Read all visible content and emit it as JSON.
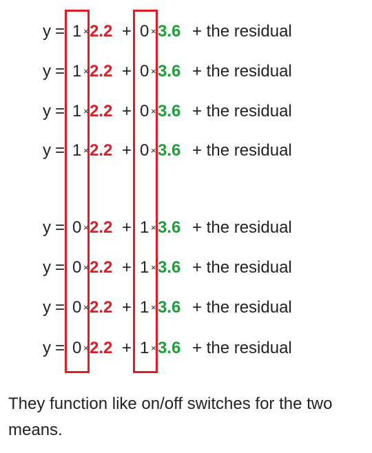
{
  "colors": {
    "text": "#222222",
    "mean1": "#e01b24",
    "mean2": "#1e9e3a",
    "box": "#e01b24"
  },
  "mean1_value": "2.2",
  "mean2_value": "3.6",
  "rows": [
    {
      "y": "y",
      "eq": "=",
      "c1": "1",
      "times1": "×",
      "m1": "2.2",
      "plus": "+",
      "c2": "0",
      "times2": "×",
      "m2": "3.6",
      "tail": "+ the residual"
    },
    {
      "y": "y",
      "eq": "=",
      "c1": "1",
      "times1": "×",
      "m1": "2.2",
      "plus": "+",
      "c2": "0",
      "times2": "×",
      "m2": "3.6",
      "tail": "+ the residual"
    },
    {
      "y": "y",
      "eq": "=",
      "c1": "1",
      "times1": "×",
      "m1": "2.2",
      "plus": "+",
      "c2": "0",
      "times2": "×",
      "m2": "3.6",
      "tail": "+ the residual"
    },
    {
      "y": "y",
      "eq": "=",
      "c1": "1",
      "times1": "×",
      "m1": "2.2",
      "plus": "+",
      "c2": "0",
      "times2": "×",
      "m2": "3.6",
      "tail": "+ the residual"
    },
    {
      "y": "y",
      "eq": "=",
      "c1": "0",
      "times1": "×",
      "m1": "2.2",
      "plus": "+",
      "c2": "1",
      "times2": "×",
      "m2": "3.6",
      "tail": "+ the residual"
    },
    {
      "y": "y",
      "eq": "=",
      "c1": "0",
      "times1": "×",
      "m1": "2.2",
      "plus": "+",
      "c2": "1",
      "times2": "×",
      "m2": "3.6",
      "tail": "+ the residual"
    },
    {
      "y": "y",
      "eq": "=",
      "c1": "0",
      "times1": "×",
      "m1": "2.2",
      "plus": "+",
      "c2": "1",
      "times2": "×",
      "m2": "3.6",
      "tail": "+ the residual"
    },
    {
      "y": "y",
      "eq": "=",
      "c1": "0",
      "times1": "×",
      "m1": "2.2",
      "plus": "+",
      "c2": "1",
      "times2": "×",
      "m2": "3.6",
      "tail": "+ the residual"
    }
  ],
  "caption": "They function like on/off switches for the two means."
}
